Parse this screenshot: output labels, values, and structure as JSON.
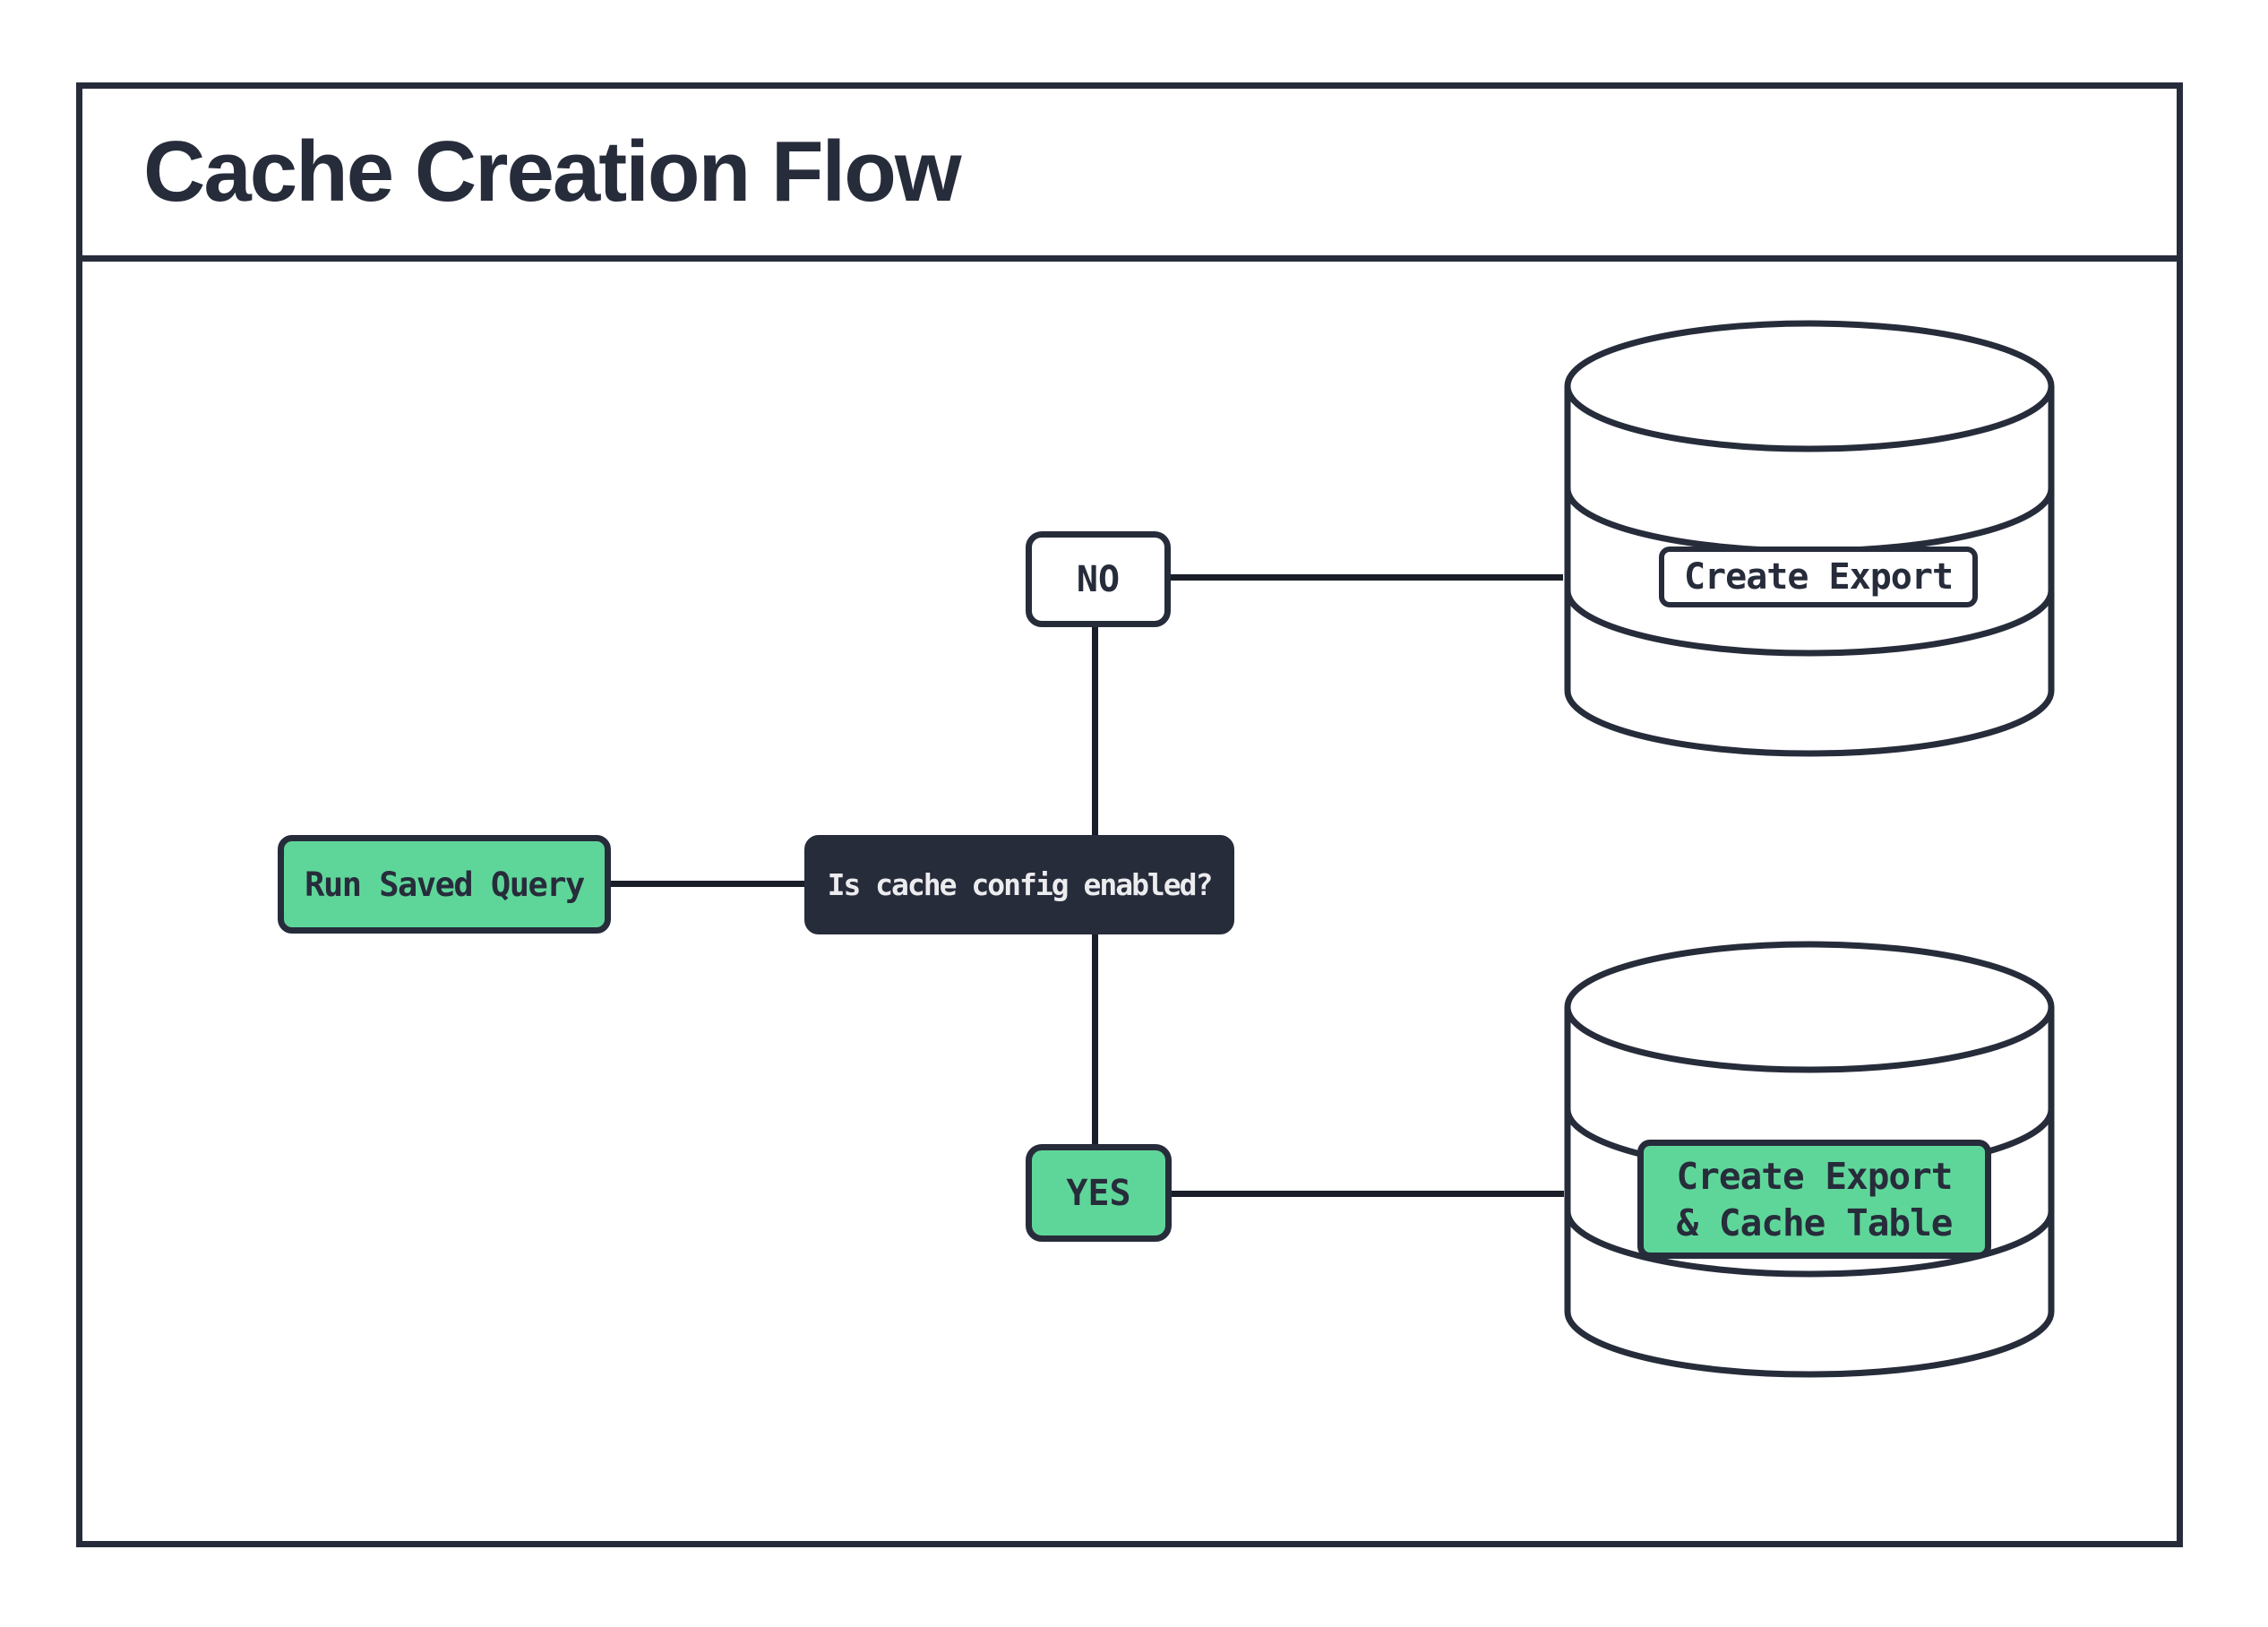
{
  "title": "Cache Creation Flow",
  "colors": {
    "ink": "#272C3B",
    "green": "#5FD699",
    "line": "#1A1E28",
    "lighttext": "#ECECEF",
    "white": "#FFFFFF"
  },
  "nodes": {
    "run_saved_query": {
      "label": "Run Saved Query"
    },
    "decision": {
      "label": "Is cache config enabled?"
    },
    "no_branch": {
      "label": "NO"
    },
    "yes_branch": {
      "label": "YES"
    },
    "export_database": {
      "label": "Create Export",
      "icon": "database-icon"
    },
    "export_cache_database": {
      "label_line1": "Create Export",
      "label_line2": "& Cache Table",
      "icon": "database-icon"
    }
  }
}
